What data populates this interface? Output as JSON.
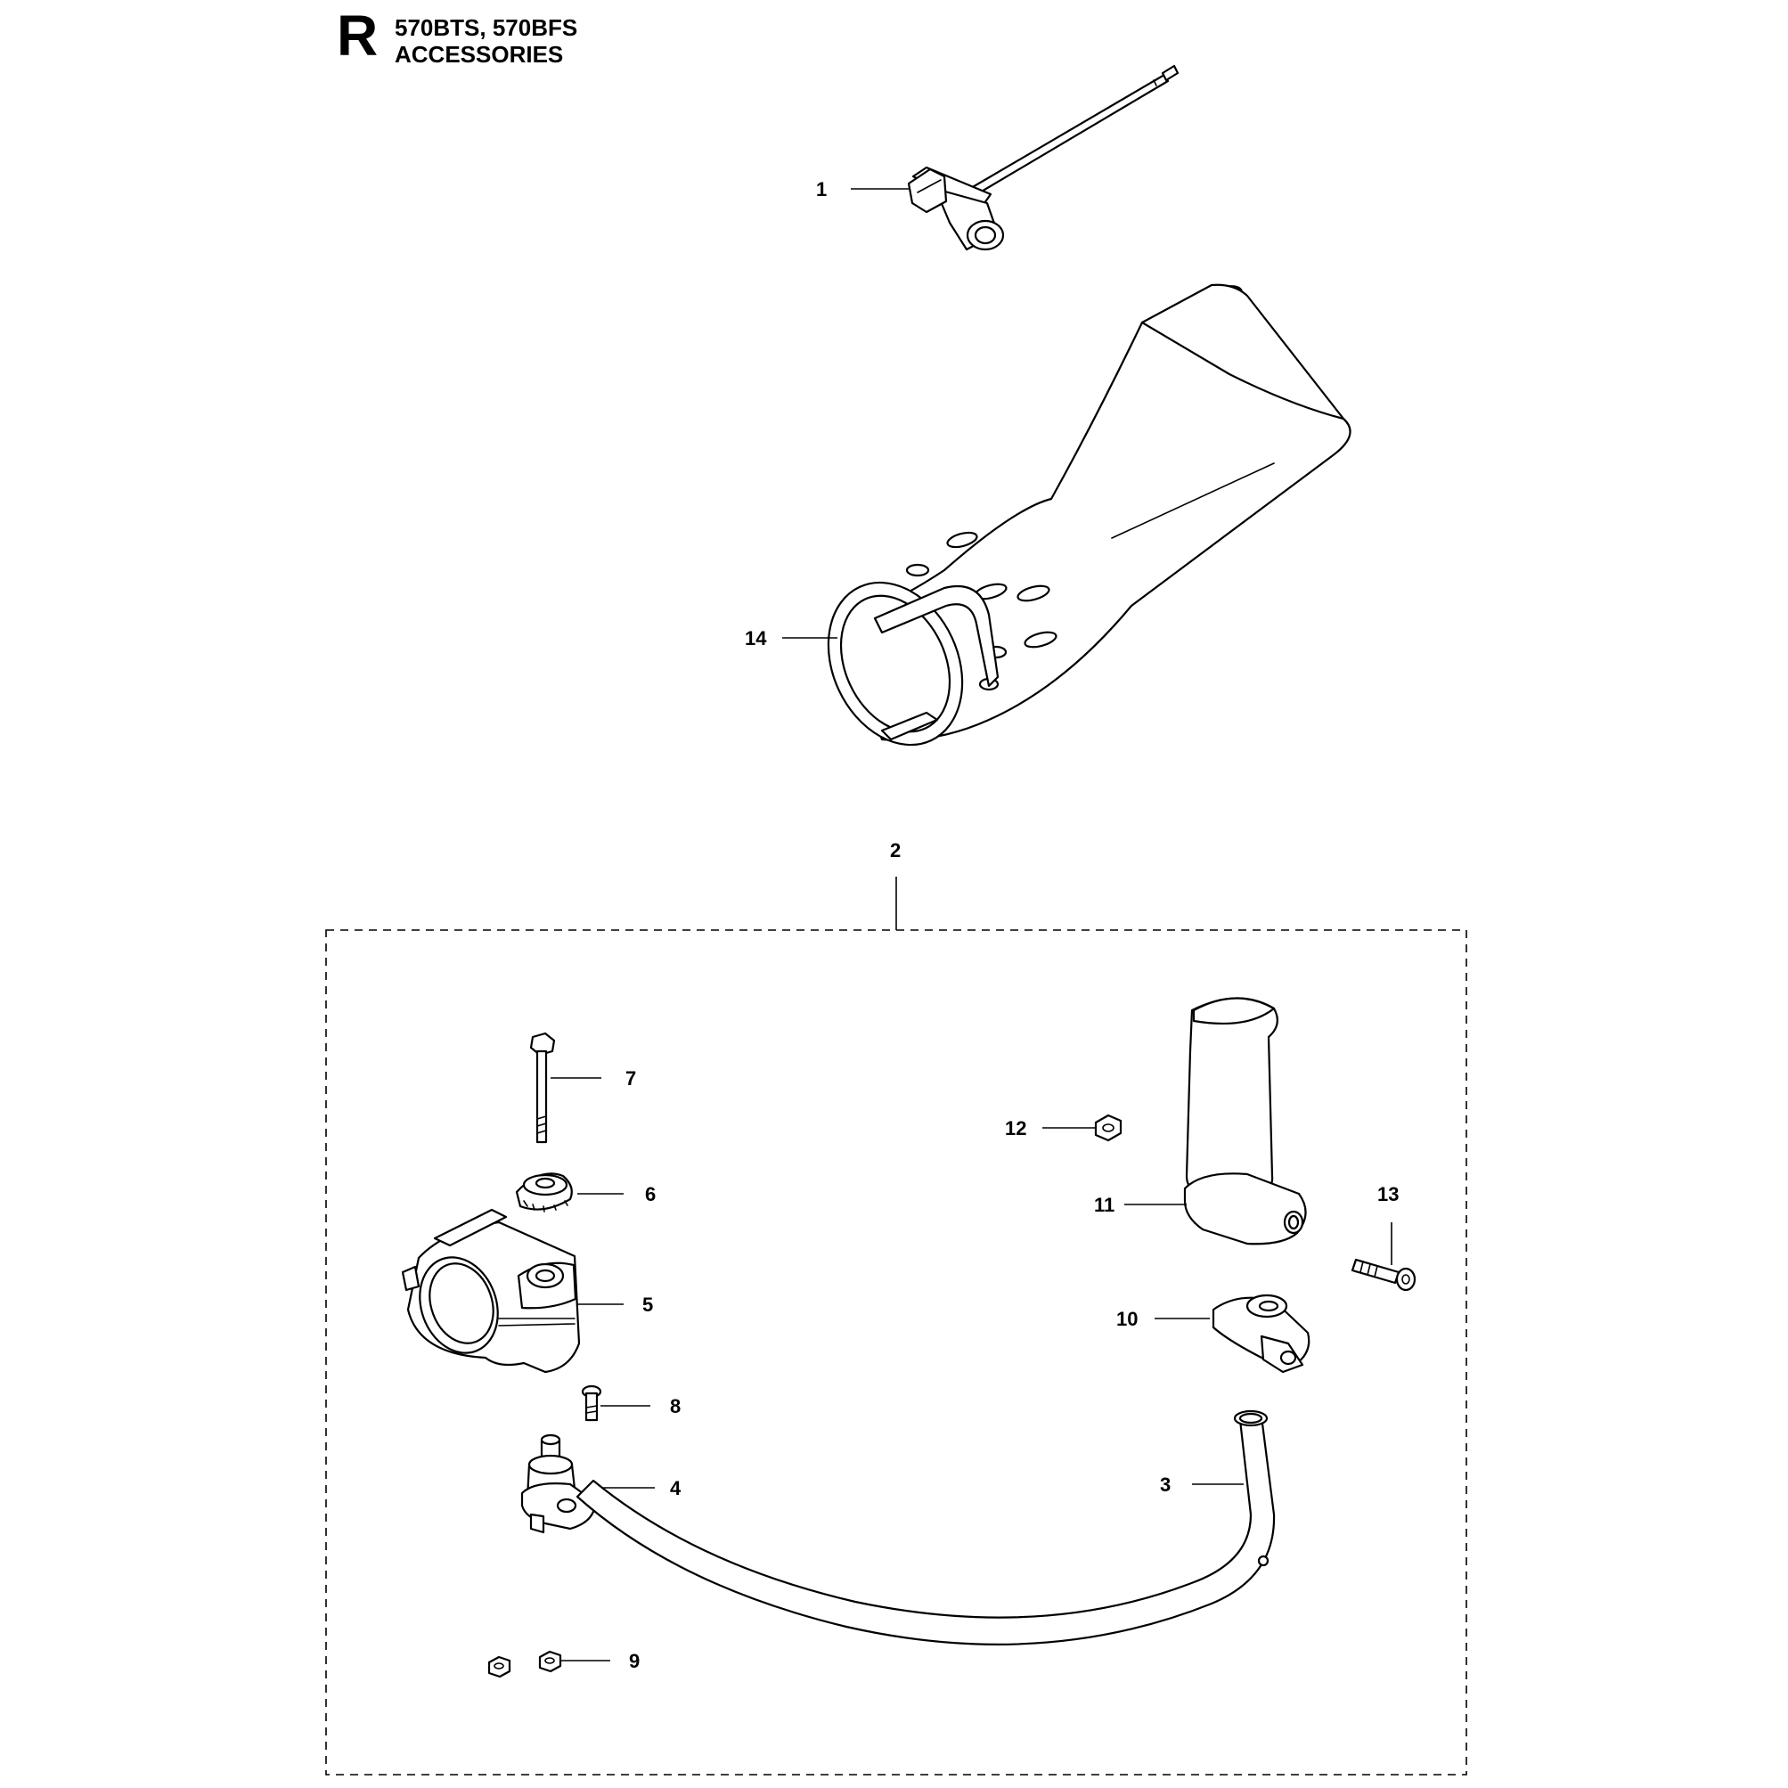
{
  "header": {
    "section_letter": "R",
    "models": "570BTS, 570BFS",
    "title": "ACCESSORIES"
  },
  "callouts": {
    "c1": "1",
    "c2": "2",
    "c3": "3",
    "c4": "4",
    "c5": "5",
    "c6": "6",
    "c7": "7",
    "c8": "8",
    "c9": "9",
    "c10": "10",
    "c11": "11",
    "c12": "12",
    "c13": "13",
    "c14": "14"
  },
  "colors": {
    "line": "#000000",
    "background": "#ffffff"
  }
}
